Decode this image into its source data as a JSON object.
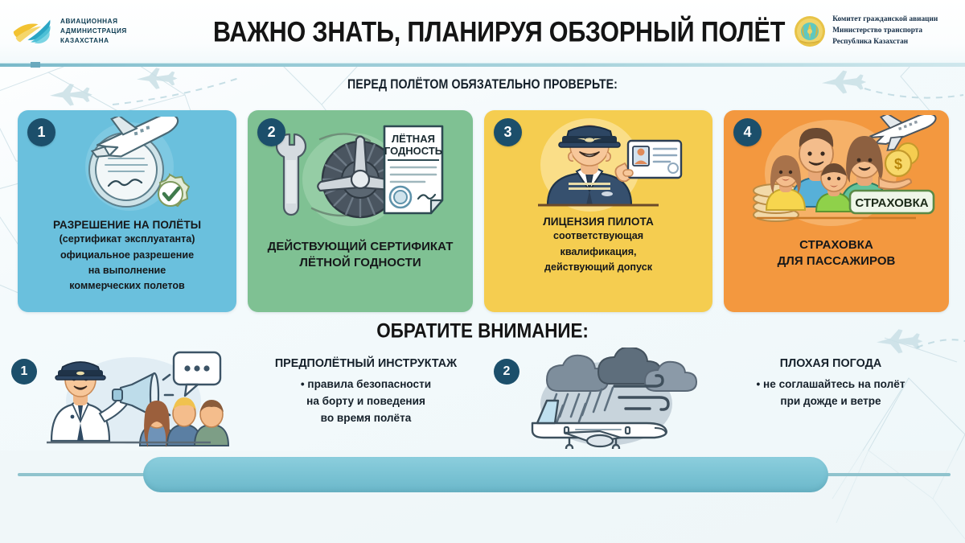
{
  "header": {
    "logo_left": {
      "name": "aviation-administration-kazakhstan-logo",
      "line1": "АВИАЦИОННАЯ",
      "line2": "АДМИНИСТРАЦИЯ",
      "line3": "КАЗАХСТАНА"
    },
    "title": "ВАЖНО ЗНАТЬ, ПЛАНИРУЯ ОБЗОРНЫЙ ПОЛЁТ",
    "logo_right": {
      "name": "kazakhstan-emblem",
      "line1": "Комитет гражданской авиации",
      "line2": "Министерство транспорта",
      "line3": "Республика Казахстан"
    }
  },
  "subtitle": "ПЕРЕД ПОЛЁТОМ ОБЯЗАТЕЛЬНО ПРОВЕРЬТЕ:",
  "cards": [
    {
      "number": "1",
      "color": "#6ac0dd",
      "icon": "certificate-plane-check-icon",
      "title": "РАЗРЕШЕНИЕ НА ПОЛЁТЫ",
      "lines": [
        "(сертификат эксплуатанта)",
        "официальное разрешение",
        "на выполнение",
        "коммерческих полетов"
      ]
    },
    {
      "number": "2",
      "color": "#7fc193",
      "icon": "wrench-turbine-document-icon",
      "doc_label_line1": "ЛЁТНАЯ",
      "doc_label_line2": "ГОДНОСТЬ",
      "title": "ДЕЙСТВУЮЩИЙ СЕРТИФИКАТ",
      "title2": "ЛЁТНОЙ ГОДНОСТИ",
      "lines": []
    },
    {
      "number": "3",
      "color": "#f5cd50",
      "icon": "pilot-license-icon",
      "title": "ЛИЦЕНЗИЯ ПИЛОТА",
      "lines": [
        "соответствующая",
        "квалификация,",
        "действующий допуск"
      ]
    },
    {
      "number": "4",
      "color": "#f3983f",
      "icon": "family-insurance-icon",
      "badge_label": "СТРАХОВКА",
      "title": "СТРАХОВКА",
      "title2": "ДЛЯ ПАССАЖИРОВ",
      "lines": []
    }
  ],
  "attention_heading": "ОБРАТИТЕ ВНИМАНИЕ:",
  "notes": [
    {
      "number": "1",
      "icon": "pilot-megaphone-passengers-icon",
      "title": "ПРЕДПОЛЁТНЫЙ ИНСТРУКТАЖ",
      "bullet_marker": "•",
      "lines": [
        "правила безопасности",
        "на борту и поведения",
        "во время полёта"
      ]
    },
    {
      "number": "2",
      "icon": "bad-weather-plane-icon",
      "title": "ПЛОХАЯ ПОГОДА",
      "bullet_marker": "•",
      "lines": [
        "не соглашайтесь на полёт",
        "при дожде и ветре"
      ]
    }
  ],
  "colors": {
    "badge_navy": "#1c4f6b",
    "header_rule": "#8ec5d2",
    "footer_bar": "#79c2d3",
    "background": "#f2f9fb"
  }
}
